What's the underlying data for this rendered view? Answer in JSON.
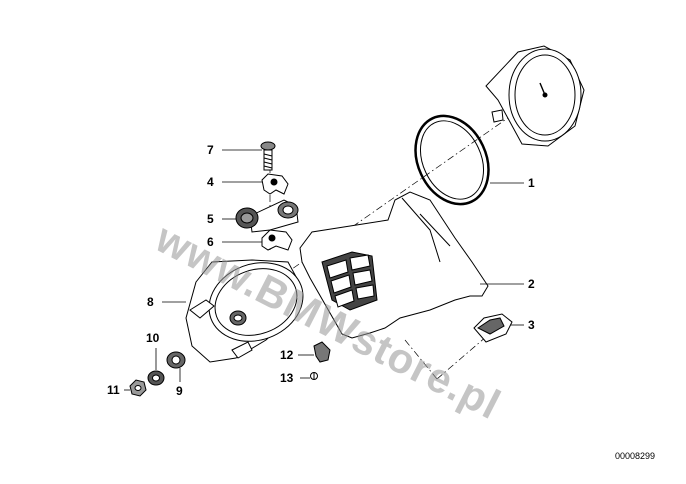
{
  "callouts": [
    {
      "id": "1",
      "label": "1"
    },
    {
      "id": "2",
      "label": "2"
    },
    {
      "id": "3",
      "label": "3"
    },
    {
      "id": "4",
      "label": "4"
    },
    {
      "id": "5",
      "label": "5"
    },
    {
      "id": "6",
      "label": "6"
    },
    {
      "id": "7",
      "label": "7"
    },
    {
      "id": "8",
      "label": "8"
    },
    {
      "id": "9",
      "label": "9"
    },
    {
      "id": "10",
      "label": "10"
    },
    {
      "id": "11",
      "label": "11"
    },
    {
      "id": "12",
      "label": "12"
    },
    {
      "id": "13",
      "label": "13"
    }
  ],
  "drawing_number": "00008299",
  "watermark": "www.BMWstore.pl",
  "colors": {
    "line": "#000000",
    "fill_dark": "#555555",
    "watermark": "#969696"
  }
}
